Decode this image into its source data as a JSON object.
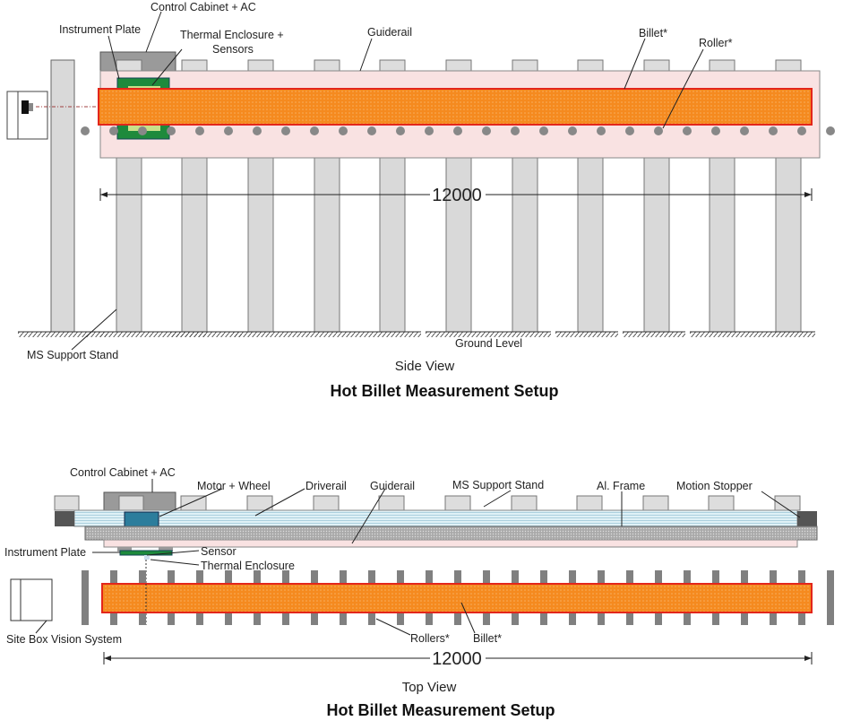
{
  "side_view": {
    "labels": {
      "control_cabinet": "Control Cabinet + AC",
      "instrument_plate": "Instrument Plate",
      "thermal_enclosure_1": "Thermal Enclosure +",
      "thermal_enclosure_2": "Sensors",
      "guiderail": "Guiderail",
      "billet": "Billet*",
      "roller": "Roller*",
      "ms_support_stand": "MS Support Stand",
      "ground_level": "Ground Level"
    },
    "dimension": "12000",
    "caption": "Side View",
    "title": "Hot Billet Measurement Setup"
  },
  "top_view": {
    "labels": {
      "control_cabinet": "Control Cabinet + AC",
      "motor_wheel": "Motor + Wheel",
      "driverail": "Driverail",
      "guiderail": "Guiderail",
      "ms_support_stand": "MS Support Stand",
      "al_frame": "Al. Frame",
      "motion_stopper": "Motion Stopper",
      "instrument_plate": "Instrument Plate",
      "sensor": "Sensor",
      "thermal_enclosure": "Thermal Enclosure",
      "site_box": "Site Box Vision System",
      "rollers": "Rollers*",
      "billet": "Billet*"
    },
    "dimension": "12000",
    "caption": "Top View",
    "title": "Hot Billet Measurement Setup"
  },
  "colors": {
    "billet": "#f58a1f",
    "billet_edge": "#e3261b",
    "enclosure": "#1e8a3c",
    "motor": "#2c7d9c",
    "guide": "#f9e2e2"
  }
}
